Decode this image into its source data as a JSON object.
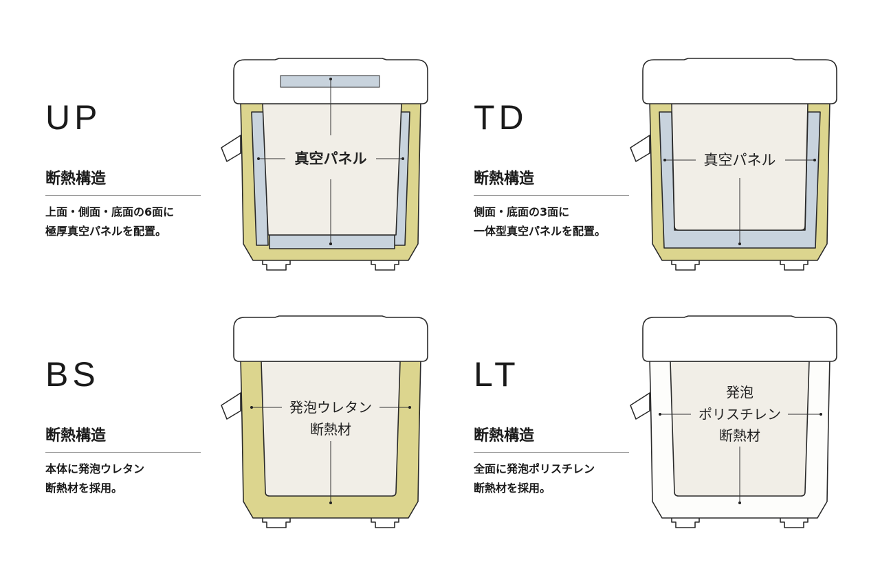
{
  "colors": {
    "outer_insulation": "#dcd58e",
    "vacuum_panel": "#c8d3dd",
    "inner": "#f1eee7",
    "outline": "#2a2a2a",
    "background": "#ffffff"
  },
  "models": [
    {
      "name": "UP",
      "heading": "断熱構造",
      "desc": [
        "上面・側面・底面の6面に",
        "極厚真空パネルを配置。"
      ],
      "label": [
        "真空パネル"
      ]
    },
    {
      "name": "TD",
      "heading": "断熱構造",
      "desc": [
        "側面・底面の3面に",
        "一体型真空パネルを配置。"
      ],
      "label": [
        "真空パネル"
      ]
    },
    {
      "name": "BS",
      "heading": "断熱構造",
      "desc": [
        "本体に発泡ウレタン",
        "断熱材を採用。"
      ],
      "label": [
        "発泡ウレタン",
        "断熱材"
      ]
    },
    {
      "name": "LT",
      "heading": "断熱構造",
      "desc": [
        "全面に発泡ポリスチレン",
        "断熱材を採用。"
      ],
      "label": [
        "発泡",
        "ポリスチレン",
        "断熱材"
      ]
    }
  ]
}
